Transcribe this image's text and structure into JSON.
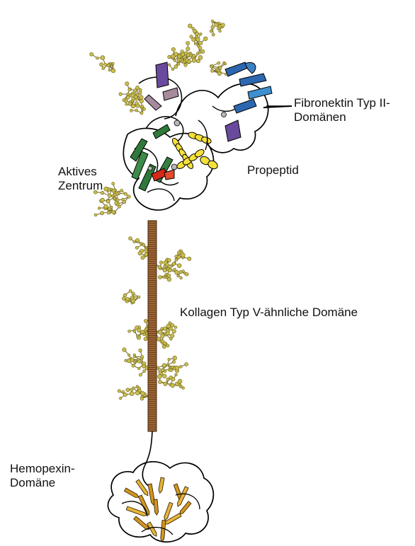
{
  "labels": {
    "fibronectin": [
      "Fibronektin Typ II-",
      "Domänen"
    ],
    "propeptide": [
      "Propeptid"
    ],
    "active_site": [
      "Aktives",
      "Zentrum"
    ],
    "collagen": [
      "Kollagen Typ V-ähnliche Domäne"
    ],
    "hemopexin": [
      "Hemopexin-",
      "Domäne"
    ]
  },
  "colors": {
    "glycan": "#c9bd4e",
    "glycan_dark": "#6e6420",
    "alpha_helix": "#f5e03a",
    "beta_sheet_green": "#2f7a3a",
    "beta_sheet_blue": "#2c67b0",
    "beta_sheet_purple": "#6a4a9c",
    "beta_sheet_mauve": "#a68a9e",
    "active_site_red": "#d42a1a",
    "collagen_rod": "#8b5a2b",
    "hemopexin_gold": "#e0a52a",
    "backbone": "#000000"
  }
}
